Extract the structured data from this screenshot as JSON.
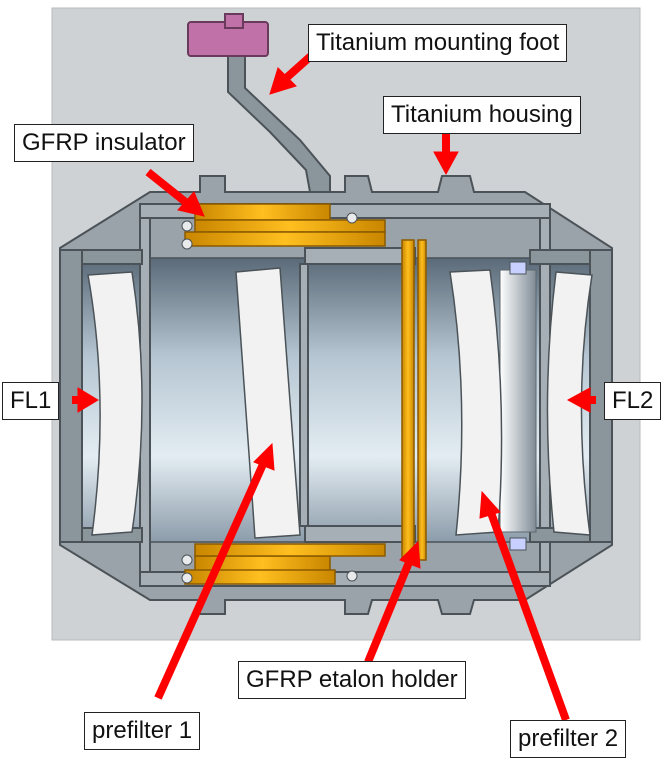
{
  "labels": {
    "mounting_foot": "Titanium mounting foot",
    "housing": "Titanium housing",
    "insulator": "GFRP insulator",
    "fl1": "FL1",
    "fl2": "FL2",
    "etalon_holder": "GFRP etalon holder",
    "prefilter1": "prefilter 1",
    "prefilter2": "prefilter 2"
  },
  "colors": {
    "background_panel": "#cfd2d4",
    "housing_gray": "#8b959c",
    "housing_dark": "#5e676d",
    "gfrp_orange": "#f0a400",
    "lens_white": "#f2f2f2",
    "arrow_red": "#ff0000",
    "foot_purple": "#c072a8"
  }
}
